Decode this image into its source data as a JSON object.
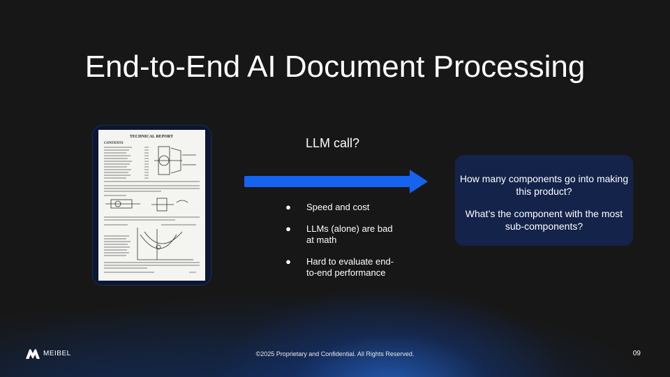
{
  "slide": {
    "title": "End-to-End AI Document Processing",
    "process_label": "LLM call?",
    "bullets": [
      {
        "text": "Speed and cost"
      },
      {
        "text": "LLMs (alone) are bad at math"
      },
      {
        "text": "Hard to evaluate end-to-end performance"
      }
    ],
    "bullet_glyph": "●",
    "questions": [
      "How many components go into making this product?",
      "What’s the component with the most sub-components?"
    ],
    "document_thumbnail": {
      "heading": "TECHNICAL REPORT",
      "contents_label": "CONTENTS"
    }
  },
  "footer": {
    "brand": "MEIBEL",
    "copyright": "©2025 Proprietary and Confidential. All Rights Reserved.",
    "page_number": "09"
  },
  "colors": {
    "background": "#171717",
    "arrow": "#1663f0",
    "card": "#0b1633",
    "question_box": "#14234a"
  }
}
